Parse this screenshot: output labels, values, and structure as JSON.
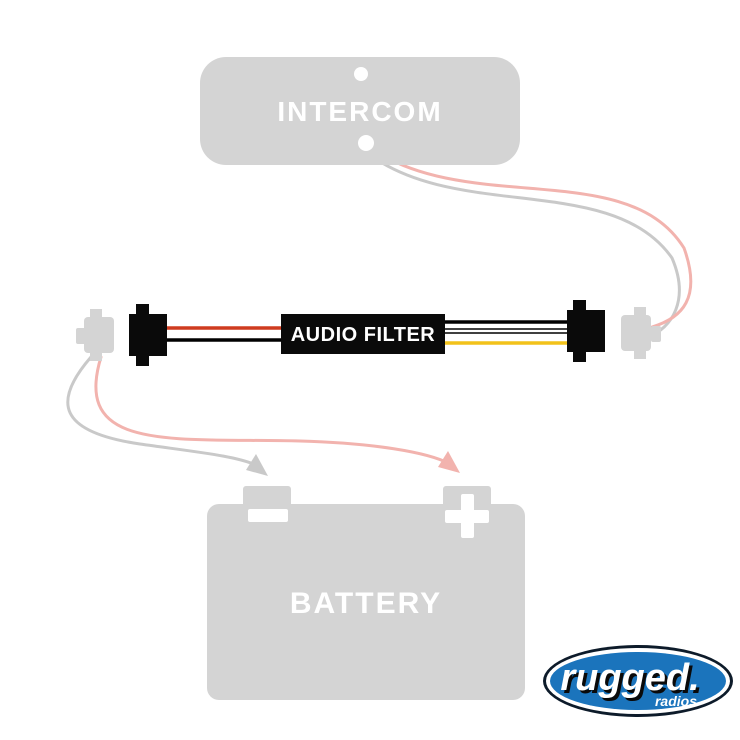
{
  "diagram": {
    "intercom": {
      "label": "INTERCOM"
    },
    "filter": {
      "label": "AUDIO FILTER"
    },
    "battery": {
      "label": "BATTERY",
      "negative_symbol": "-",
      "positive_symbol": "+"
    },
    "logo": {
      "name": "rugged.",
      "sub": "radios"
    },
    "colors": {
      "component_gray": "#d4d4d4",
      "connector_black": "#0a0a0a",
      "wire_red": "#cf3b1f",
      "wire_yellow": "#f2c21a",
      "wire_black": "#000000",
      "wire_white": "#ffffff",
      "curve_pink": "#f2b3ae",
      "curve_gray": "#c9c9c9",
      "hole_white": "#ffffff",
      "logo_blue": "#1b74bc",
      "logo_ring": "#ffffff",
      "logo_outline": "#0d1b2a"
    }
  }
}
